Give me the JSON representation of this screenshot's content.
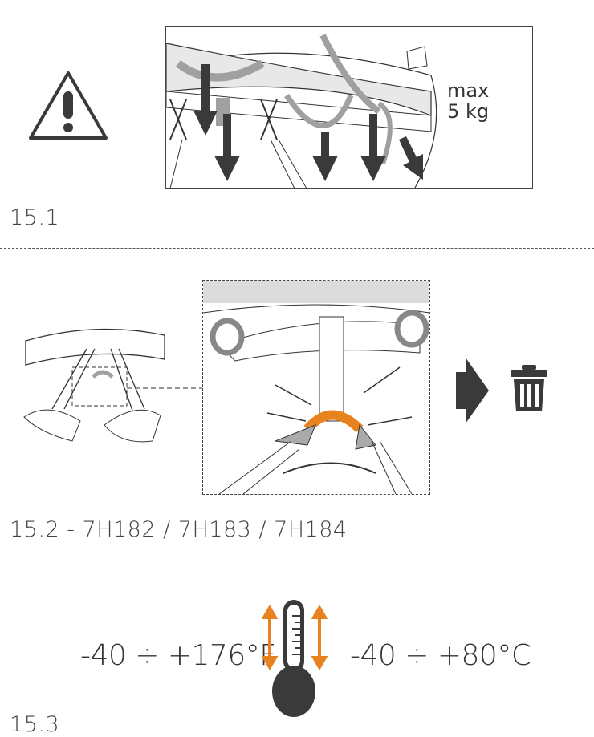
{
  "sections": [
    {
      "id": "15.1",
      "label": "15.1",
      "load_text_line1": "max",
      "load_text_line2": "5 kg"
    },
    {
      "id": "15.2",
      "label": "15.2 - 7H182 / 7H183 /  7H184"
    },
    {
      "id": "15.3",
      "label": "15.3",
      "temp_f": "-40 ÷ +176°F",
      "temp_c": "-40 ÷ +80°C"
    }
  ],
  "icons": [
    "warning-icon",
    "trash-icon",
    "arrow-right-icon",
    "thermometer-icon"
  ],
  "colors": {
    "accent": "#e8821e",
    "dark": "#3a3a3a",
    "gray": "#a0a0a0",
    "light": "#e6e6e6"
  }
}
